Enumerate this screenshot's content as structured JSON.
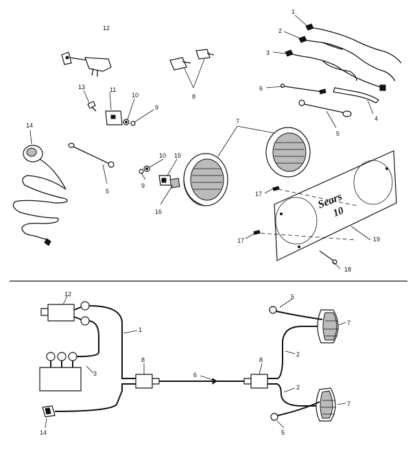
{
  "diagram": {
    "brand": {
      "text": "Sears",
      "number": "10"
    },
    "callouts": {
      "c1": "1",
      "c2": "2",
      "c3": "3",
      "c4": "4",
      "c5": "5",
      "c6": "6",
      "c7": "7",
      "c8": "8",
      "c9": "9",
      "c10": "10",
      "c11": "11",
      "c12": "12",
      "c13": "13",
      "c14": "14",
      "c15": "15",
      "c16": "16",
      "c17": "17",
      "c18": "18",
      "c19": "19"
    },
    "schematic_callouts": {
      "s12": "12",
      "s1": "1",
      "s3": "3",
      "s8a": "8",
      "s6": "6",
      "s8b": "8",
      "s5a": "5",
      "s7a": "7",
      "s2a": "2",
      "s2b": "2",
      "s7b": "7",
      "s5b": "5",
      "s14": "14"
    }
  }
}
